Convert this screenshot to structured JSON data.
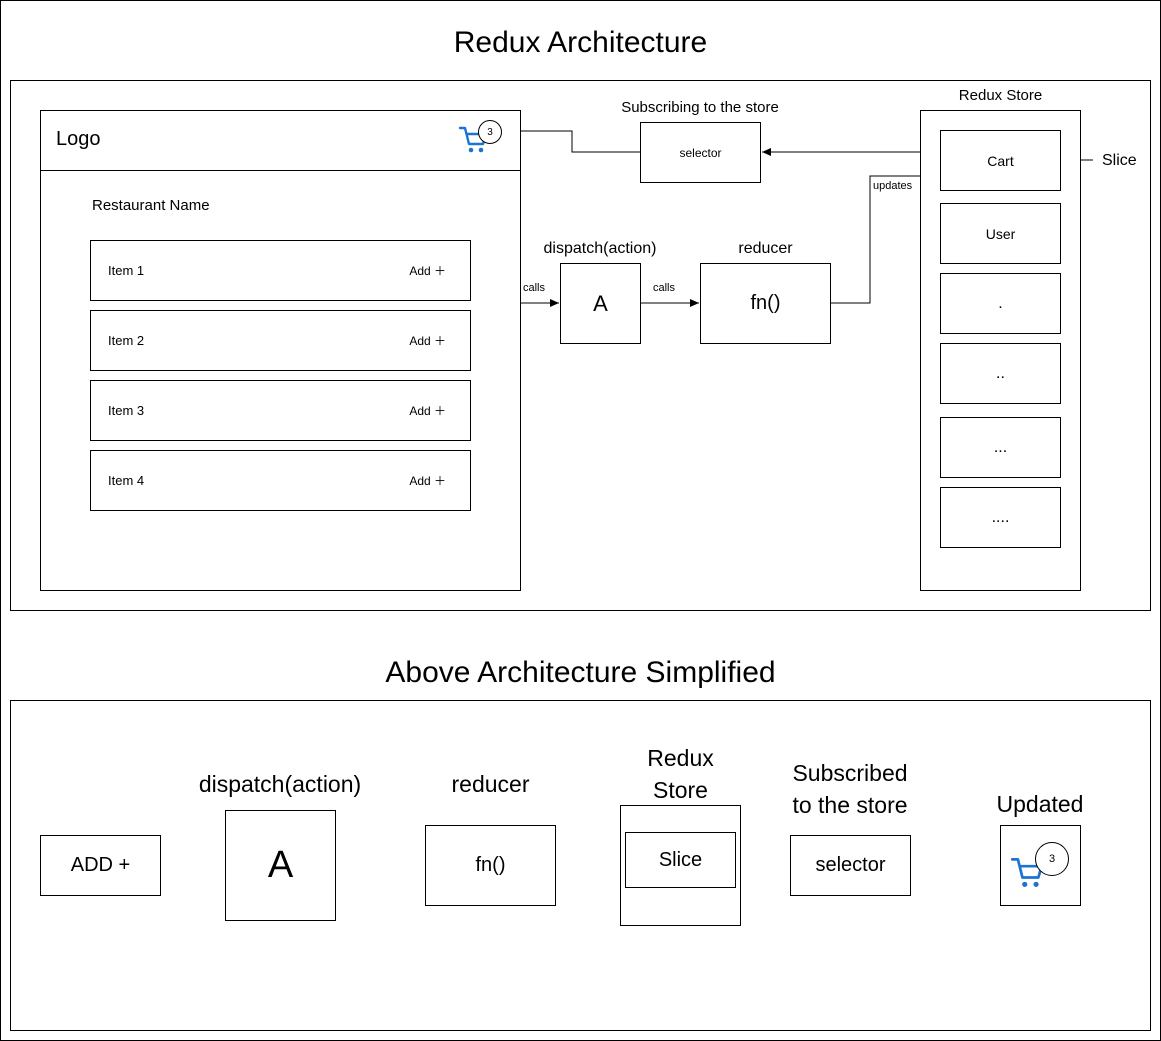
{
  "page": {
    "title": "Redux Architecture",
    "simplified_title": "Above Architecture Simplified"
  },
  "ui_mockup": {
    "logo": "Logo",
    "cart_count": "3",
    "restaurant_name": "Restaurant Name",
    "items": [
      {
        "label": "Item 1",
        "add": "Add ＋"
      },
      {
        "label": "Item 2",
        "add": "Add ＋"
      },
      {
        "label": "Item 3",
        "add": "Add ＋"
      },
      {
        "label": "Item 4",
        "add": "Add ＋"
      }
    ]
  },
  "flow_top": {
    "subscribing_label": "Subscribing to the store",
    "selector": "selector",
    "dispatch_label": "dispatch(action)",
    "action": "A",
    "reducer_label": "reducer",
    "reducer_fn": "fn()",
    "calls_1": "calls",
    "calls_2": "calls",
    "updates": "updates",
    "slice_label": "Slice"
  },
  "store": {
    "title": "Redux Store",
    "slices": [
      "Cart",
      "User",
      ".",
      "..",
      "...",
      "...."
    ]
  },
  "flow_simplified": {
    "add_button": "ADD +",
    "dispatch_label": "dispatch(action)",
    "action": "A",
    "reducer_label": "reducer",
    "reducer_fn": "fn()",
    "store_label_line1": "Redux",
    "store_label_line2": "Store",
    "slice": "Slice",
    "subscribed_line1": "Subscribed",
    "subscribed_line2": "to the store",
    "selector": "selector",
    "updated_label": "Updated",
    "cart_count": "3"
  },
  "colors": {
    "cart_icon": "#1d74d0",
    "stroke": "#000000"
  },
  "icons": {
    "cart": "shopping-cart-icon"
  }
}
